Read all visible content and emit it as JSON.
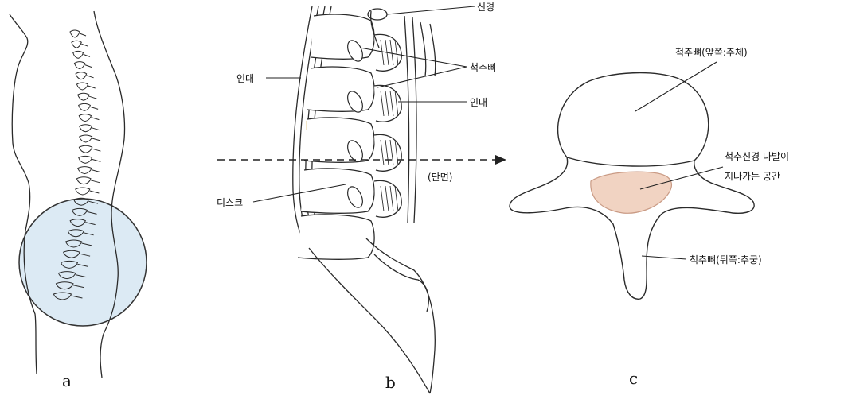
{
  "panels": {
    "a": {
      "letter": "a"
    },
    "b": {
      "letter": "b",
      "labels": {
        "nerve": "신경",
        "vertebra": "척추뼈",
        "ligament_left": "인대",
        "ligament_right": "인대",
        "section": "(단면)",
        "disc": "디스크"
      }
    },
    "c": {
      "letter": "c",
      "labels": {
        "vertebral_body": "척추뼈(앞쪽:추체)",
        "nerve_space_line1": "척추신경  다발이",
        "nerve_space_line2": "지나가는 공간",
        "posterior_arch": "척추뼈(뒤쪽:추궁)"
      }
    }
  },
  "colors": {
    "line": "#2a2a2a",
    "highlight_circle": "#dceaf4",
    "canal_fill": "#f1d3c2",
    "canal_stroke": "#c99a84",
    "disc_tint": "#f2e6c8"
  }
}
